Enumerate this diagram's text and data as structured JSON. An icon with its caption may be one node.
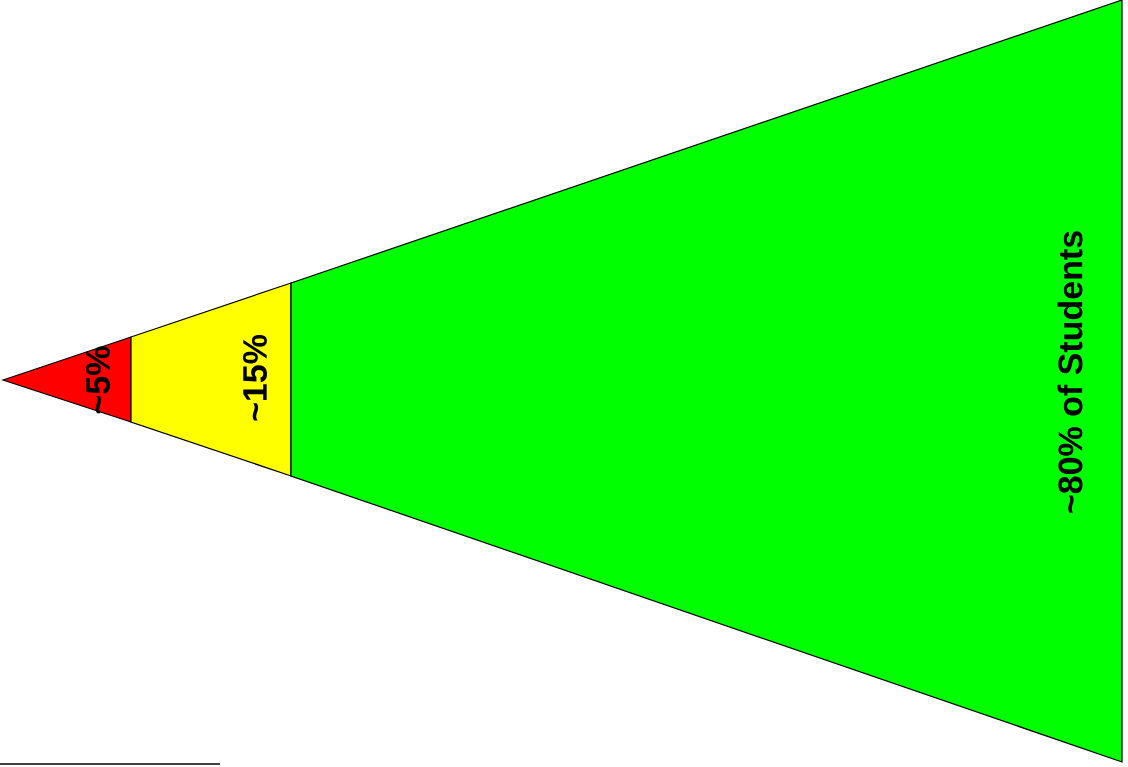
{
  "diagram": {
    "nodes": [
      {
        "text": [
          "~5%"
        ]
      },
      {
        "text": [
          "~15%"
        ]
      },
      {
        "text": [
          "~80% of Students"
        ]
      }
    ]
  }
}
